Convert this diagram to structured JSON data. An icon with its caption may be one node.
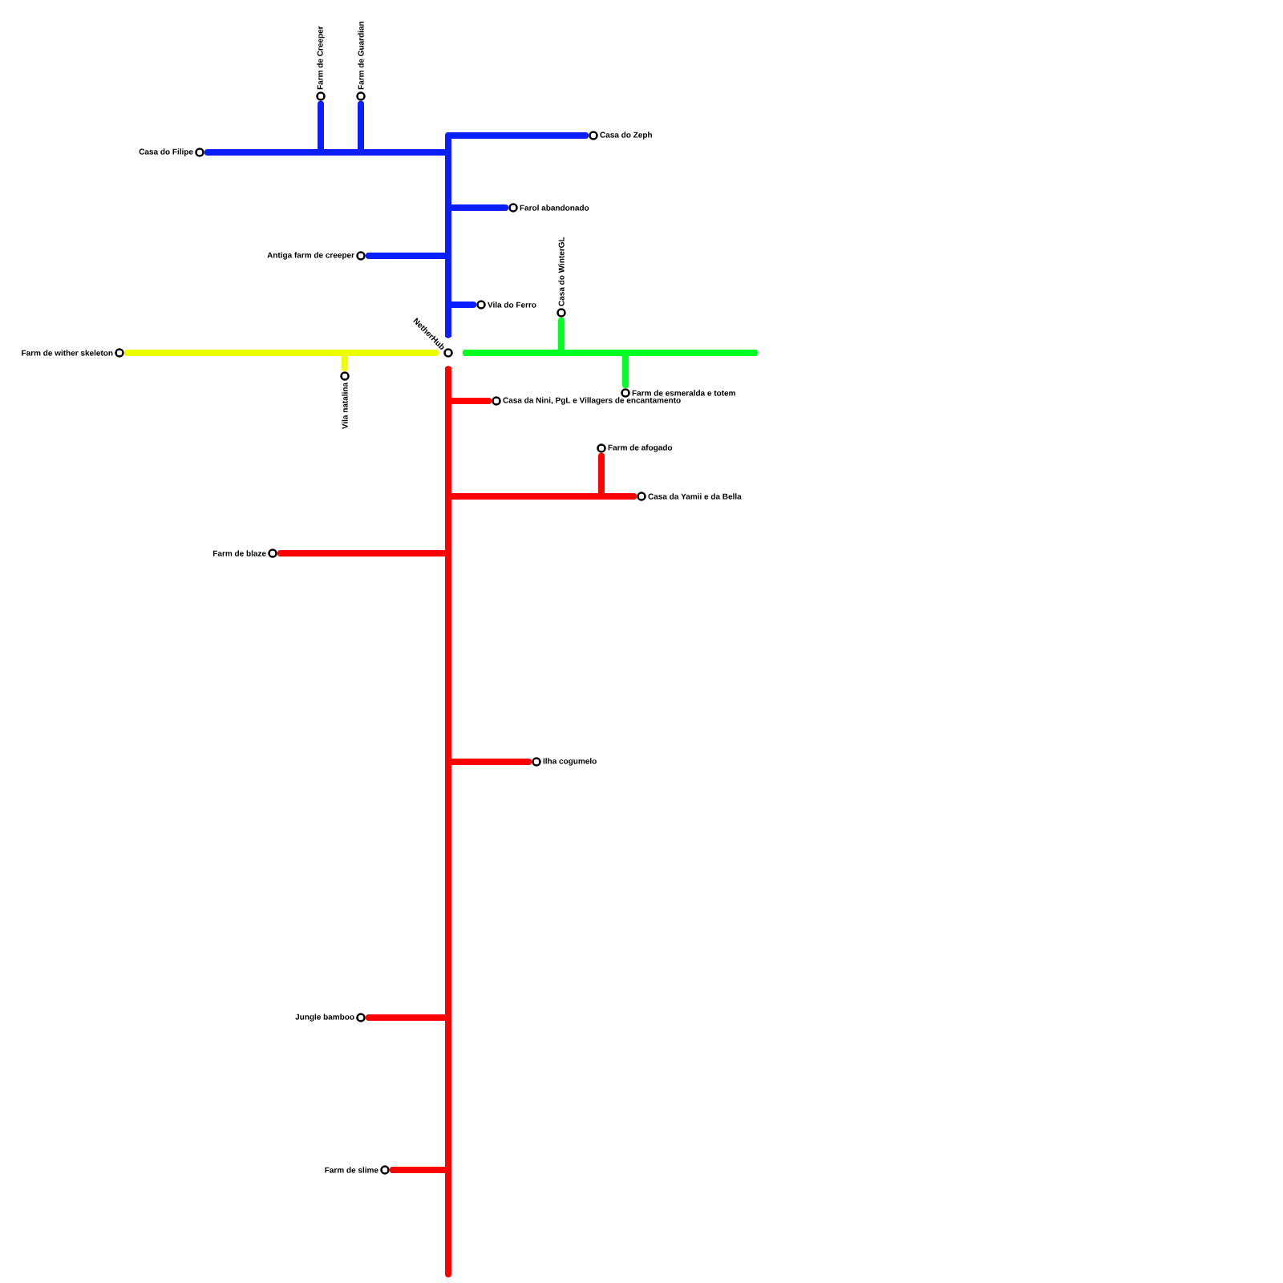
{
  "diagram": {
    "nodes": [
      {
        "text": [
          "Farm de Creeper"
        ]
      },
      {
        "text": [
          "Farm de Guardian"
        ]
      },
      {
        "text": [
          "Casa do Zeph"
        ]
      },
      {
        "text": [
          "Casa do Filipe"
        ]
      },
      {
        "text": [
          "Farol abandonado"
        ]
      },
      {
        "text": [
          "Antiga farm de creeper"
        ]
      },
      {
        "text": [
          "Casa do WinterGL"
        ]
      },
      {
        "text": [
          "Vila do Ferro"
        ]
      },
      {
        "text": [
          "Farm de wither skeleton"
        ]
      },
      {
        "text": [
          "NetherHub"
        ]
      },
      {
        "text": [
          "Vila natalina"
        ]
      },
      {
        "text": [
          "Farm de esmeralda e totem"
        ]
      },
      {
        "text": [
          "Casa da Nini, PgL e Villagers de encantamento"
        ]
      },
      {
        "text": [
          "Farm de afogado"
        ]
      },
      {
        "text": [
          "Casa da Yamii e da Bella"
        ]
      },
      {
        "text": [
          "Farm de blaze"
        ]
      },
      {
        "text": [
          "Ilha cogumelo"
        ]
      },
      {
        "text": [
          "Jungle bamboo"
        ]
      },
      {
        "text": [
          "Farm de slime"
        ]
      }
    ],
    "edges": [
      {
        "from": 0,
        "to": 9,
        "arrow": "none",
        "color": "#0a1eff"
      },
      {
        "from": 1,
        "to": 9,
        "arrow": "none",
        "color": "#0a1eff"
      },
      {
        "from": 2,
        "to": 9,
        "arrow": "none",
        "color": "#0a1eff"
      },
      {
        "from": 3,
        "to": 9,
        "arrow": "none",
        "color": "#0a1eff"
      },
      {
        "from": 4,
        "to": 9,
        "arrow": "none",
        "color": "#0a1eff"
      },
      {
        "from": 5,
        "to": 9,
        "arrow": "none",
        "color": "#0a1eff"
      },
      {
        "from": 7,
        "to": 9,
        "arrow": "none",
        "color": "#0a1eff"
      },
      {
        "from": 8,
        "to": 9,
        "arrow": "none",
        "color": "#eeff00"
      },
      {
        "from": 10,
        "to": 9,
        "arrow": "none",
        "color": "#eeff00"
      },
      {
        "from": 6,
        "to": 9,
        "arrow": "none",
        "color": "#00ff22"
      },
      {
        "from": 11,
        "to": 9,
        "arrow": "none",
        "color": "#00ff22"
      },
      {
        "from": 12,
        "to": 9,
        "arrow": "none",
        "color": "#ff0000"
      },
      {
        "from": 13,
        "to": 9,
        "arrow": "none",
        "color": "#ff0000"
      },
      {
        "from": 14,
        "to": 9,
        "arrow": "none",
        "color": "#ff0000"
      },
      {
        "from": 15,
        "to": 9,
        "arrow": "none",
        "color": "#ff0000"
      },
      {
        "from": 16,
        "to": 9,
        "arrow": "none",
        "color": "#ff0000"
      },
      {
        "from": 17,
        "to": 9,
        "arrow": "none",
        "color": "#ff0000"
      },
      {
        "from": 18,
        "to": 9,
        "arrow": "none",
        "color": "#ff0000"
      }
    ]
  }
}
